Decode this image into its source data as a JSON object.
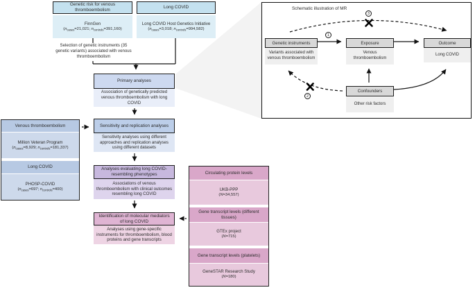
{
  "figure": {
    "description_title": "Study design flowchart with Mendelian randomization schematic"
  },
  "palette": {
    "cyan_header": "#c4e1ef",
    "cyan_body": "#ddeef6",
    "primary_header": "#cdd9f0",
    "primary_body": "#e9eef9",
    "sensitivity_header": "#bccee9",
    "sensitivity_body": "#dee6f4",
    "purple_header": "#c7b8de",
    "purple_body": "#ded4ed",
    "magenta_header": "#dfb4d3",
    "magenta_body": "#eed4e4",
    "leftpanel_header": "#b7c9e3",
    "leftpanel_body": "#cdd9eb",
    "pink_header": "#d9a7c9",
    "pink_body": "#e8c9dd",
    "node_header": "#d8d8d8",
    "node_body": "#efefef",
    "beam": "#f3f3f3",
    "line": "#111111"
  },
  "flow": {
    "sources": [
      {
        "header": "Genetic risk for venous thromboembolism",
        "body_title": "FinnGen",
        "stats_html": "(<i>n</i><sub>cases</sub>=21,021; <i>n</i><sub>controls</sub>=391,160)"
      },
      {
        "header": "Long COVID",
        "body_title": "Long COVID Host Genetics Initiative",
        "stats_html": "(<i>n</i><sub>cases</sub>=3,018; <i>n</i><sub>controls</sub>=994,582)"
      }
    ],
    "selection_note": "Selection of genetic instruments (35 genetic variants) associated with venous thromboembolism",
    "steps": [
      {
        "header": "Primary analyses",
        "body": "Association of genetically predicted venous thromboembolism with long COVID"
      },
      {
        "header": "Sensitivity and replication analyses",
        "body": "Sensitivity analyses using different approaches and replication analyses using different datasets"
      },
      {
        "header": "Analyses evaluating long COVID-resembling phenotypes",
        "body": "Associations of venous thromboembolism with clinical outcomes resembling long COVID"
      },
      {
        "header": "Identification of molecular mediators of long COVID",
        "body": "Analyses using gene-specific instruments for thromboembolism, blood proteins and gene transcripts"
      }
    ]
  },
  "replication_panel": {
    "sections": [
      {
        "header": "Venous thromboembolism",
        "body_title": "Million Veteran Program",
        "stats_html": "(<i>n</i><sub>cases</sub>=8,929; <i>n</i><sub>controls</sub>=181,337)"
      },
      {
        "header": "Long COVID",
        "body_title": "PHOSP-COVID",
        "stats_html": "(<i>n</i><sub>cases</sub>=697; <i>n</i><sub>controls</sub>=400)"
      }
    ]
  },
  "mediator_panel": {
    "sections": [
      {
        "header": "Circulating protein levels",
        "body_title": "UKB-PPP",
        "stats_html": "(<i>N</i>=34,557)"
      },
      {
        "header": "Gene transcript levels (different tissues)",
        "body_title": "GTEx project",
        "stats_html": "(<i>N</i>=715)"
      },
      {
        "header": "Gene transcript levels (platelets)",
        "body_title": "GeneSTAR Research Study",
        "stats_html": "(<i>N</i>=180)"
      }
    ]
  },
  "schematic": {
    "title": "Schematic illustration of MR",
    "nodes": {
      "instruments": {
        "header": "Genetic instruments",
        "body": "Variants associated with venous thromboembolism"
      },
      "exposure": {
        "header": "Exposure",
        "body": "Venous thromboembolism"
      },
      "outcome": {
        "header": "Outcome",
        "body": "Long COVID"
      },
      "confounders": {
        "header": "Confounders",
        "body": "Other risk factors"
      }
    },
    "assumptions": {
      "one": "1",
      "two": "2",
      "three": "3"
    }
  }
}
